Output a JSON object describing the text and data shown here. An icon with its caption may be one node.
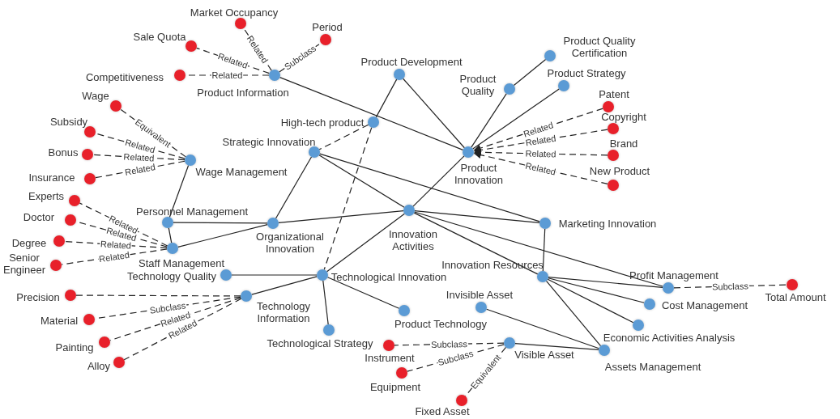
{
  "diagram": {
    "nodes": [
      {
        "text": [
          "Product Information"
        ]
      },
      {
        "text": [
          "Product Development"
        ]
      },
      {
        "text": [
          "High-tech product"
        ]
      },
      {
        "text": [
          "Strategic Innovation"
        ]
      },
      {
        "text": [
          "Product Quality"
        ]
      },
      {
        "text": [
          "Product Quality Certification"
        ]
      },
      {
        "text": [
          "Product Strategy"
        ]
      },
      {
        "text": [
          "Product Innovation"
        ]
      },
      {
        "text": [
          "Wage Management"
        ]
      },
      {
        "text": [
          "Personnel Management"
        ]
      },
      {
        "text": [
          "Organizational Innovation"
        ]
      },
      {
        "text": [
          "Innovation Activities"
        ]
      },
      {
        "text": [
          "Marketing Innovation"
        ]
      },
      {
        "text": [
          "Staff Management"
        ]
      },
      {
        "text": [
          "Technology Quality"
        ]
      },
      {
        "text": [
          "Technological Innovation"
        ]
      },
      {
        "text": [
          "Technology Information"
        ]
      },
      {
        "text": [
          "Innovation Resources"
        ]
      },
      {
        "text": [
          "Profit Management"
        ]
      },
      {
        "text": [
          "Invisible Asset"
        ]
      },
      {
        "text": [
          "Product Technology"
        ]
      },
      {
        "text": [
          "Cost Management"
        ]
      },
      {
        "text": [
          "Technological Strategy"
        ]
      },
      {
        "text": [
          "Economic Activities Analysis"
        ]
      },
      {
        "text": [
          "Visible Asset"
        ]
      },
      {
        "text": [
          "Assets Management"
        ]
      },
      {
        "text": [
          "Market Occupancy"
        ]
      },
      {
        "text": [
          "Period"
        ]
      },
      {
        "text": [
          "Sale Quota"
        ]
      },
      {
        "text": [
          "Competitiveness"
        ]
      },
      {
        "text": [
          "Wage"
        ]
      },
      {
        "text": [
          "Subsidy"
        ]
      },
      {
        "text": [
          "Bonus"
        ]
      },
      {
        "text": [
          "Insurance"
        ]
      },
      {
        "text": [
          "Patent"
        ]
      },
      {
        "text": [
          "Copyright"
        ]
      },
      {
        "text": [
          "Brand"
        ]
      },
      {
        "text": [
          "New Product"
        ]
      },
      {
        "text": [
          "Experts"
        ]
      },
      {
        "text": [
          "Doctor"
        ]
      },
      {
        "text": [
          "Degree"
        ]
      },
      {
        "text": [
          "Senior Engineer"
        ]
      },
      {
        "text": [
          "Precision"
        ]
      },
      {
        "text": [
          "Material"
        ]
      },
      {
        "text": [
          "Painting"
        ]
      },
      {
        "text": [
          "Alloy"
        ]
      },
      {
        "text": [
          "Instrument"
        ]
      },
      {
        "text": [
          "Equipment"
        ]
      },
      {
        "text": [
          "Fixed Asset"
        ]
      },
      {
        "text": [
          "Total Amount"
        ]
      }
    ],
    "edges": [
      {
        "from": 0,
        "to": 7,
        "arrow": "none"
      },
      {
        "from": 1,
        "to": 2,
        "arrow": "none"
      },
      {
        "from": 1,
        "to": 7,
        "arrow": "none"
      },
      {
        "from": 2,
        "to": 3,
        "arrow": "none",
        "style": "dashed"
      },
      {
        "from": 2,
        "to": 15,
        "arrow": "none",
        "style": "dashed"
      },
      {
        "from": 4,
        "to": 5,
        "arrow": "none"
      },
      {
        "from": 4,
        "to": 7,
        "arrow": "none"
      },
      {
        "from": 6,
        "to": 7,
        "arrow": "none"
      },
      {
        "from": 7,
        "to": 11,
        "arrow": "none"
      },
      {
        "from": 3,
        "to": 10,
        "arrow": "none"
      },
      {
        "from": 3,
        "to": 11,
        "arrow": "none"
      },
      {
        "from": 3,
        "to": 12,
        "arrow": "none"
      },
      {
        "from": 8,
        "to": 9,
        "arrow": "none"
      },
      {
        "from": 9,
        "to": 10,
        "arrow": "none"
      },
      {
        "from": 9,
        "to": 13,
        "arrow": "none"
      },
      {
        "from": 13,
        "to": 10,
        "arrow": "none"
      },
      {
        "from": 10,
        "to": 11,
        "arrow": "none"
      },
      {
        "from": 11,
        "to": 12,
        "arrow": "none"
      },
      {
        "from": 11,
        "to": 15,
        "arrow": "none"
      },
      {
        "from": 11,
        "to": 17,
        "arrow": "none"
      },
      {
        "from": 11,
        "to": 18,
        "arrow": "none"
      },
      {
        "from": 12,
        "to": 17,
        "arrow": "none"
      },
      {
        "from": 17,
        "to": 18,
        "arrow": "none"
      },
      {
        "from": 17,
        "to": 21,
        "arrow": "none"
      },
      {
        "from": 17,
        "to": 23,
        "arrow": "none"
      },
      {
        "from": 17,
        "to": 25,
        "arrow": "none"
      },
      {
        "from": 14,
        "to": 15,
        "arrow": "none"
      },
      {
        "from": 16,
        "to": 15,
        "arrow": "none"
      },
      {
        "from": 15,
        "to": 22,
        "arrow": "none"
      },
      {
        "from": 15,
        "to": 20,
        "arrow": "none"
      },
      {
        "from": 19,
        "to": 25,
        "arrow": "none"
      },
      {
        "from": 24,
        "to": 25,
        "arrow": "none"
      },
      {
        "from": 0,
        "to": 26,
        "arrow": "none",
        "style": "dashed",
        "label": "Related"
      },
      {
        "from": 0,
        "to": 27,
        "arrow": "none",
        "style": "dashed",
        "label": "Subclass"
      },
      {
        "from": 0,
        "to": 28,
        "arrow": "none",
        "style": "dashed",
        "label": "Related"
      },
      {
        "from": 0,
        "to": 29,
        "arrow": "none",
        "style": "dashed",
        "label": "Related"
      },
      {
        "from": 8,
        "to": 30,
        "arrow": "none",
        "style": "dashed",
        "label": "Equivalent"
      },
      {
        "from": 8,
        "to": 31,
        "arrow": "none",
        "style": "dashed",
        "label": "Related"
      },
      {
        "from": 8,
        "to": 32,
        "arrow": "none",
        "style": "dashed",
        "label": "Related"
      },
      {
        "from": 8,
        "to": 33,
        "arrow": "none",
        "style": "dashed",
        "label": "Related"
      },
      {
        "from": 34,
        "to": 7,
        "arrow": "to",
        "style": "dashed",
        "label": "Related"
      },
      {
        "from": 35,
        "to": 7,
        "arrow": "to",
        "style": "dashed",
        "label": "Related"
      },
      {
        "from": 36,
        "to": 7,
        "arrow": "to",
        "style": "dashed",
        "label": "Related"
      },
      {
        "from": 37,
        "to": 7,
        "arrow": "to",
        "style": "dashed",
        "label": "Related"
      },
      {
        "from": 13,
        "to": 38,
        "arrow": "none",
        "style": "dashed",
        "label": "Related"
      },
      {
        "from": 13,
        "to": 39,
        "arrow": "none",
        "style": "dashed",
        "label": "Related"
      },
      {
        "from": 13,
        "to": 40,
        "arrow": "none",
        "style": "dashed",
        "label": "Related"
      },
      {
        "from": 13,
        "to": 41,
        "arrow": "none",
        "style": "dashed",
        "label": "Related"
      },
      {
        "from": 16,
        "to": 42,
        "arrow": "none",
        "style": "dashed"
      },
      {
        "from": 16,
        "to": 43,
        "arrow": "none",
        "style": "dashed",
        "label": "Subclass"
      },
      {
        "from": 16,
        "to": 44,
        "arrow": "none",
        "style": "dashed",
        "label": "Related"
      },
      {
        "from": 16,
        "to": 45,
        "arrow": "none",
        "style": "dashed",
        "label": "Related"
      },
      {
        "from": 24,
        "to": 46,
        "arrow": "none",
        "style": "dashed",
        "label": "Subclass"
      },
      {
        "from": 24,
        "to": 47,
        "arrow": "none",
        "style": "dashed",
        "label": "Subclass"
      },
      {
        "from": 24,
        "to": 48,
        "arrow": "none",
        "style": "dashed",
        "label": "Equivalent"
      },
      {
        "from": 18,
        "to": 49,
        "arrow": "none",
        "style": "dashed",
        "label": "Subclass"
      }
    ]
  }
}
